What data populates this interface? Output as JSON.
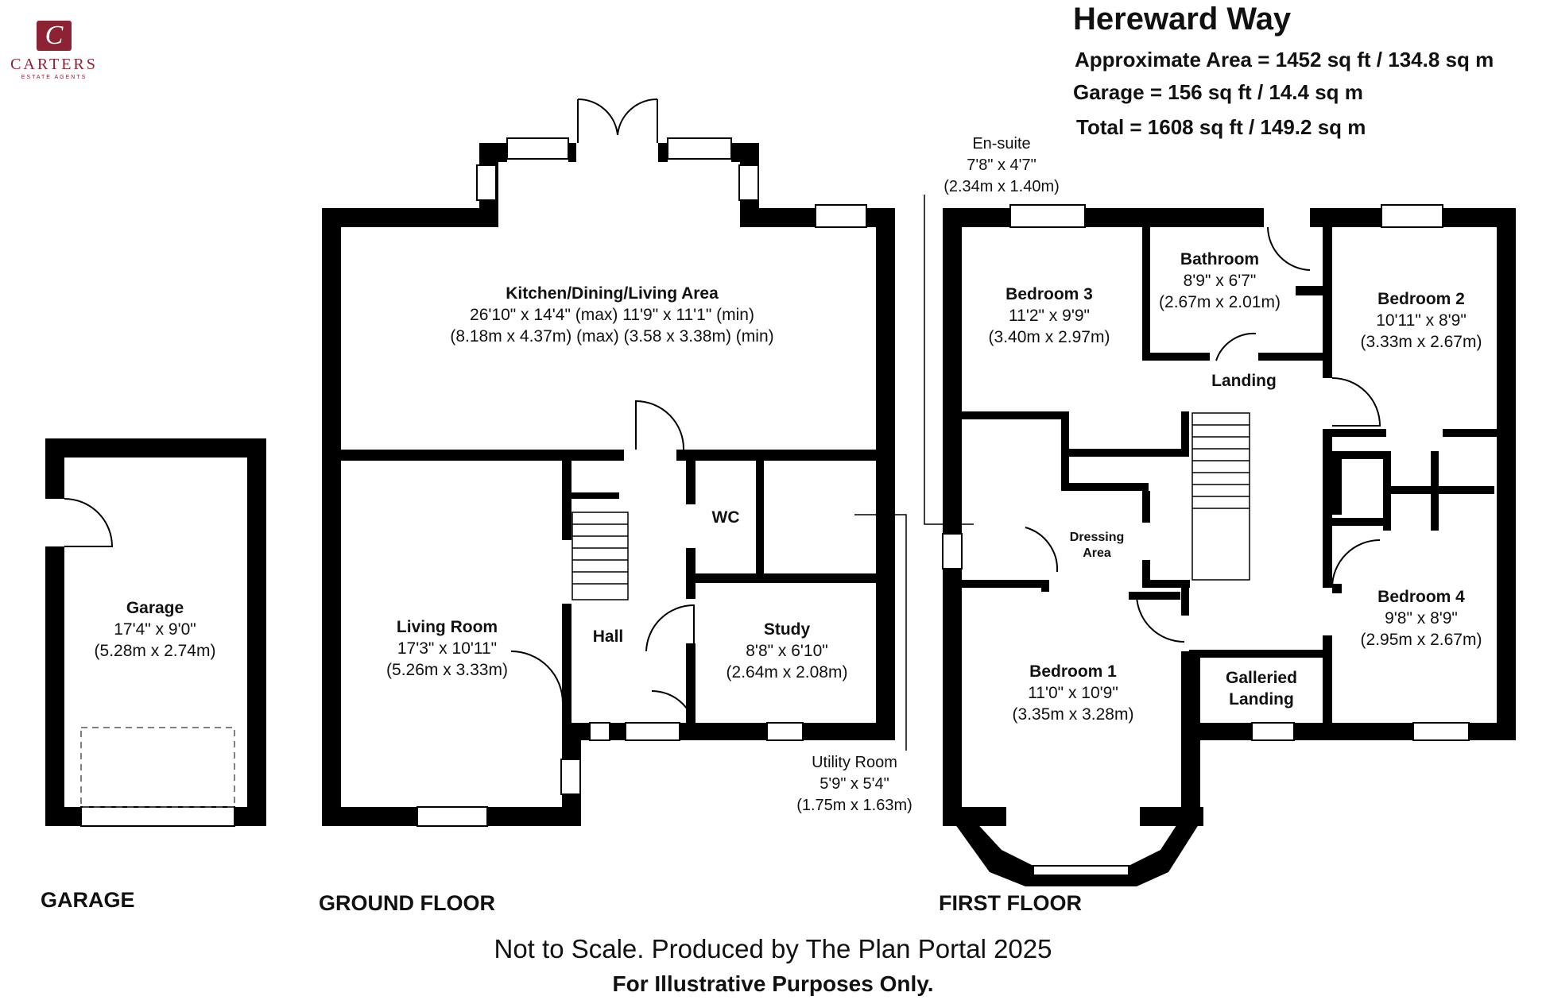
{
  "header": {
    "logo_letter": "C",
    "logo_name": "CARTERS",
    "logo_tagline": "ESTATE AGENTS",
    "title": "Hereward Way",
    "approx_area": "Approximate Area = 1452 sq ft / 134.8 sq m",
    "garage_area": "Garage = 156 sq ft / 14.4 sq m",
    "total_area": "Total = 1608 sq ft / 149.2 sq m"
  },
  "rooms": {
    "garage": {
      "name": "Garage",
      "imperial": "17'4\" x 9'0\"",
      "metric": "(5.28m x 2.74m)"
    },
    "kitchen": {
      "name": "Kitchen/Dining/Living Area",
      "imperial": "26'10\" x 14'4\" (max) 11'9\" x  11'1\" (min)",
      "metric": "(8.18m x 4.37m) (max) (3.58 x 3.38m) (min)"
    },
    "living": {
      "name": "Living Room",
      "imperial": "17'3\" x 10'11\"",
      "metric": "(5.26m x 3.33m)"
    },
    "hall": {
      "name": "Hall"
    },
    "wc": {
      "name": "WC"
    },
    "study": {
      "name": "Study",
      "imperial": "8'8\" x 6'10\"",
      "metric": "(2.64m x 2.08m)"
    },
    "utility": {
      "name": "Utility Room",
      "imperial": "5'9\" x 5'4\"",
      "metric": "(1.75m x 1.63m)"
    },
    "ensuite": {
      "name": "En-suite",
      "imperial": "7'8\" x 4'7\"",
      "metric": "(2.34m x 1.40m)"
    },
    "bedroom3": {
      "name": "Bedroom 3",
      "imperial": "11'2\" x 9'9\"",
      "metric": "(3.40m x 2.97m)"
    },
    "bathroom": {
      "name": "Bathroom",
      "imperial": "8'9\" x 6'7\"",
      "metric": "(2.67m x 2.01m)"
    },
    "bedroom2": {
      "name": "Bedroom 2",
      "imperial": "10'11\" x 8'9\"",
      "metric": "(3.33m x 2.67m)"
    },
    "landing": {
      "name": "Landing"
    },
    "dressing": {
      "name": "Dressing Area"
    },
    "bedroom1": {
      "name": "Bedroom 1",
      "imperial": "11'0\" x 10'9\"",
      "metric": "(3.35m x 3.28m)"
    },
    "bedroom4": {
      "name": "Bedroom 4",
      "imperial": "9'8\" x 8'9\"",
      "metric": "(2.95m x 2.67m)"
    },
    "galleried": {
      "name": "Galleried Landing"
    }
  },
  "floors": {
    "garage": "GARAGE",
    "ground": "GROUND FLOOR",
    "first": "FIRST FLOOR"
  },
  "footer": {
    "line1": "Not to Scale. Produced by The Plan Portal 2025",
    "line2": "For Illustrative Purposes Only."
  }
}
